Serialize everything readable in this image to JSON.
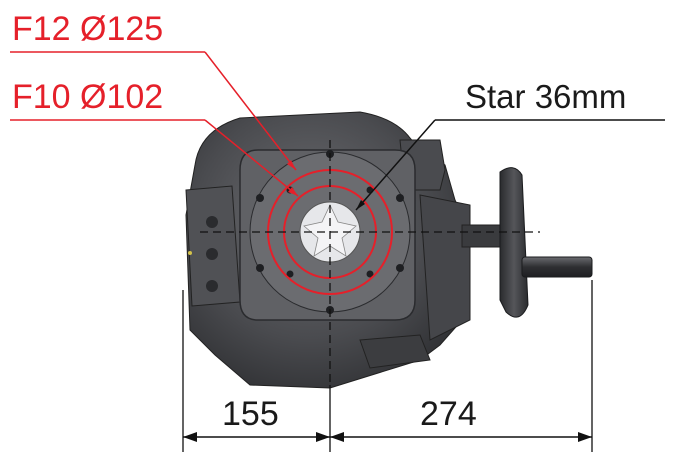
{
  "labels": {
    "flange_f12": "F12  Ø125",
    "flange_f10": "F10  Ø102",
    "star": "Star 36mm"
  },
  "dimensions": {
    "left": "155",
    "right": "274"
  },
  "colors": {
    "flange_red": "#e5202a",
    "dim_black": "#1a1a1a",
    "body_dark": "#3c3d40",
    "body_mid": "#57585c",
    "body_light": "#7a7b7f"
  }
}
